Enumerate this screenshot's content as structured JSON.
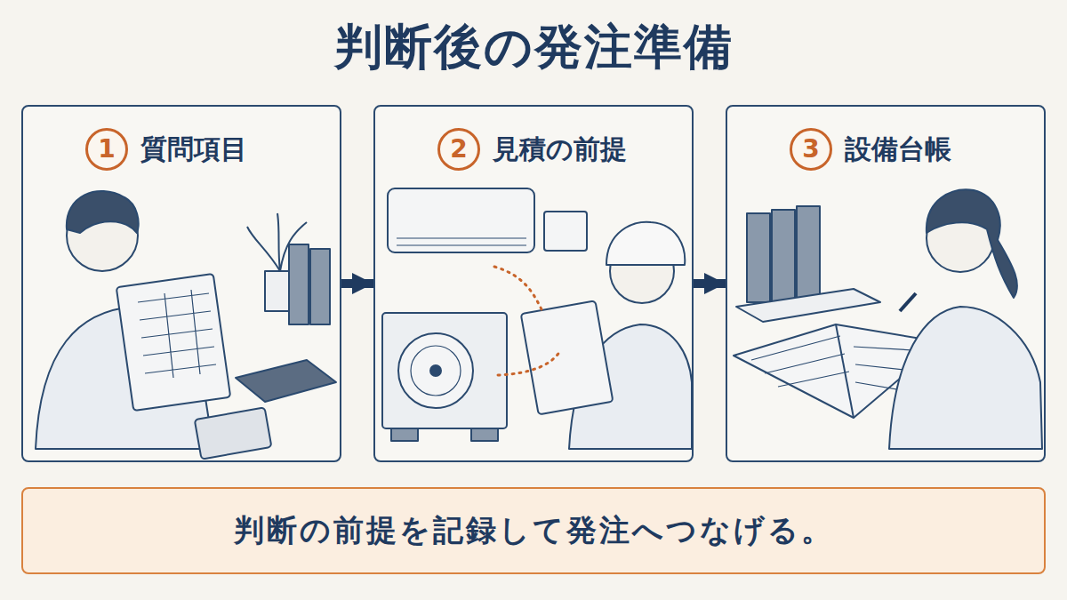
{
  "diagram": {
    "title": "判断後の発注準備",
    "nodes": [
      {
        "text": [
          "質問項目"
        ]
      },
      {
        "text": [
          "1"
        ],
        "in": 0
      },
      {
        "text": [
          "見積の前提"
        ]
      },
      {
        "text": [
          "2"
        ],
        "in": 2
      },
      {
        "text": [
          "設備台帳"
        ]
      },
      {
        "text": [
          "3"
        ],
        "in": 4
      },
      {
        "text": [
          "判断の前提を記録して発注へつなげる。"
        ]
      }
    ],
    "edges": [
      {
        "from": 0,
        "to": 2,
        "arrow": "to"
      },
      {
        "from": 2,
        "to": 4,
        "arrow": "to"
      }
    ]
  }
}
